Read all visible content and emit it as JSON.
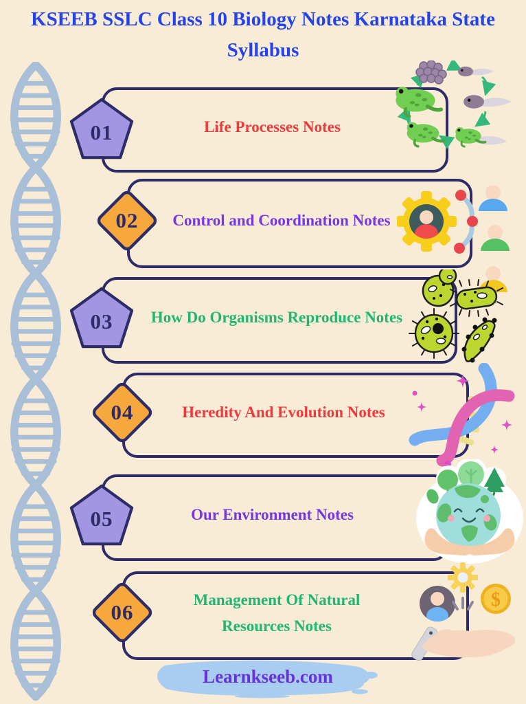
{
  "page": {
    "title": "KSEEB SSLC Class 10 Biology Notes Karnataka State Syllabus",
    "title_color": "#2543ea",
    "background_color": "#f8ecd6"
  },
  "items": [
    {
      "number": "01",
      "label": "Life Processes Notes",
      "label_color": "#ee3a3d",
      "badge_shape": "pentagon",
      "badge_color": "#a295e2",
      "illustration": "frog-life-cycle-icon"
    },
    {
      "number": "02",
      "label": "Control and Coordination Notes",
      "label_color": "#7636e3",
      "badge_shape": "diamond",
      "badge_color": "#f6a83d",
      "illustration": "gear-people-network-icon"
    },
    {
      "number": "03",
      "label": "How Do Organisms Reproduce Notes",
      "label_color": "#22b573",
      "badge_shape": "pentagon",
      "badge_color": "#a295e2",
      "illustration": "microbes-icon"
    },
    {
      "number": "04",
      "label": "Heredity And Evolution Notes",
      "label_color": "#ee3a3d",
      "badge_shape": "diamond",
      "badge_color": "#f6a83d",
      "illustration": "dna-helix-3d-icon"
    },
    {
      "number": "05",
      "label": "Our Environment Notes",
      "label_color": "#7636e3",
      "badge_shape": "pentagon",
      "badge_color": "#a295e2",
      "illustration": "earth-in-hands-icon"
    },
    {
      "number": "06",
      "label": "Management Of Natural Resources Notes",
      "label_color": "#22b573",
      "badge_shape": "diamond",
      "badge_color": "#f6a83d",
      "illustration": "hand-resources-icon"
    }
  ],
  "footer": {
    "website": "Learnkseeb.com",
    "text_color": "#6931db",
    "brush_color": "#a8cdf0"
  },
  "decor": {
    "box_border_color": "#2e2c66",
    "number_color": "#2e2c66",
    "dna_strand_color": "#a9bfd8",
    "dollar_symbol": "$"
  }
}
